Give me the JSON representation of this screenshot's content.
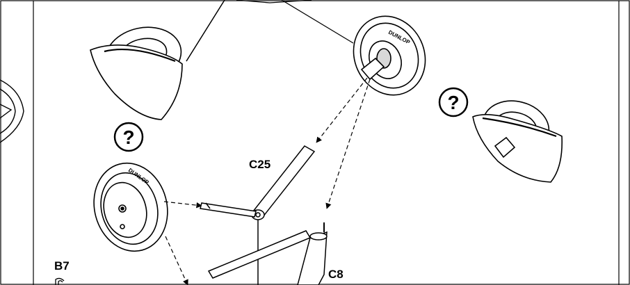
{
  "labels": {
    "c25": "C25",
    "c8": "C8",
    "b7": "B7"
  },
  "question_marks": {
    "left": "?",
    "right": "?"
  },
  "colors": {
    "line": "#000000",
    "wheel_fill": "#ffffff",
    "shade": "#d9d9d9"
  },
  "brand": "DUNLOP"
}
